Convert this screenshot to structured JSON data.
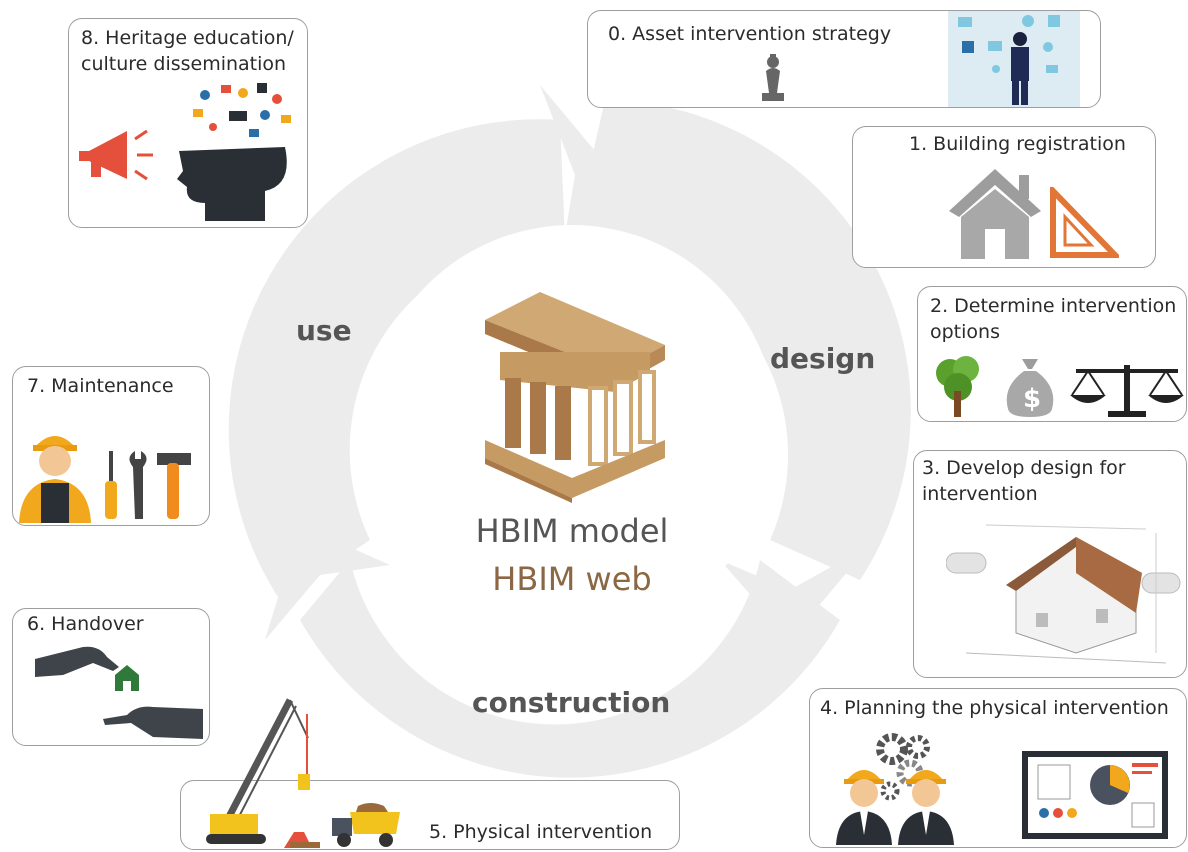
{
  "center": {
    "title": "HBIM model",
    "subtitle": "HBIM web",
    "title_color": "#555555",
    "subtitle_color": "#8b6743"
  },
  "phases": {
    "use": "use",
    "design": "design",
    "construction": "construction"
  },
  "steps": [
    {
      "label": "0. Asset intervention strategy",
      "icons": [
        "chess-knight-icon",
        "businessman-icon"
      ]
    },
    {
      "label": "1. Building registration",
      "icons": [
        "house-icon",
        "set-square-icon"
      ]
    },
    {
      "label": "2. Determine intervention options",
      "icons": [
        "tree-icon",
        "money-bag-icon",
        "scale-icon"
      ]
    },
    {
      "label": "3. Develop design for intervention",
      "icons": [
        "house-blueprint-icon"
      ]
    },
    {
      "label": "4. Planning the physical intervention",
      "icons": [
        "gears-icon",
        "engineer-icon",
        "presentation-board-icon"
      ]
    },
    {
      "label": "5. Physical intervention",
      "icons": [
        "crane-icon",
        "excavator-icon",
        "dump-truck-icon"
      ]
    },
    {
      "label": "6. Handover",
      "icons": [
        "handover-hands-icon"
      ]
    },
    {
      "label": "7. Maintenance",
      "icons": [
        "worker-icon",
        "tools-icon"
      ]
    },
    {
      "label": "8. Heritage education/ culture dissemination",
      "icons": [
        "megaphone-icon",
        "head-ideas-icon"
      ]
    }
  ],
  "colors": {
    "ring": "#ececec",
    "building_light": "#d0a873",
    "building_dark": "#a9794a",
    "box_border": "#9e9e9e",
    "hard_hat": "#f2a81d",
    "accent_red": "#e4503b"
  }
}
